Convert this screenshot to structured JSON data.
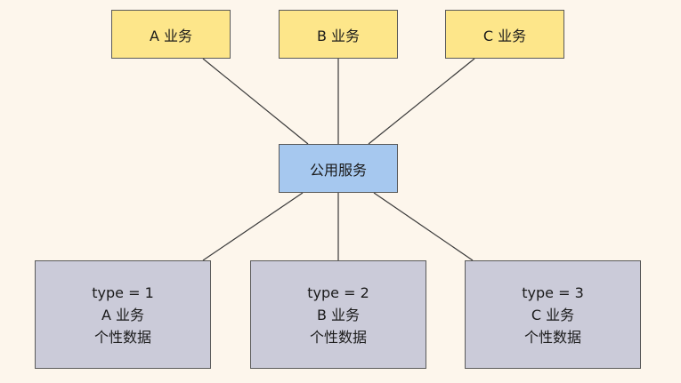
{
  "businesses": [
    {
      "label": "A 业务"
    },
    {
      "label": "B 业务"
    },
    {
      "label": "C 业务"
    }
  ],
  "service": {
    "label": "公用服务"
  },
  "datastores": [
    {
      "type": "type = 1",
      "business": "A 业务",
      "data": "个性数据"
    },
    {
      "type": "type = 2",
      "business": "B 业务",
      "data": "个性数据"
    },
    {
      "type": "type = 3",
      "business": "C 业务",
      "data": "个性数据"
    }
  ],
  "colors": {
    "background": "#fdf6ec",
    "business_fill": "#fde68a",
    "service_fill": "#a6c8ef",
    "datastore_fill": "#cbcbd9",
    "border": "#5a5a5a",
    "line": "#3a3a3a"
  }
}
